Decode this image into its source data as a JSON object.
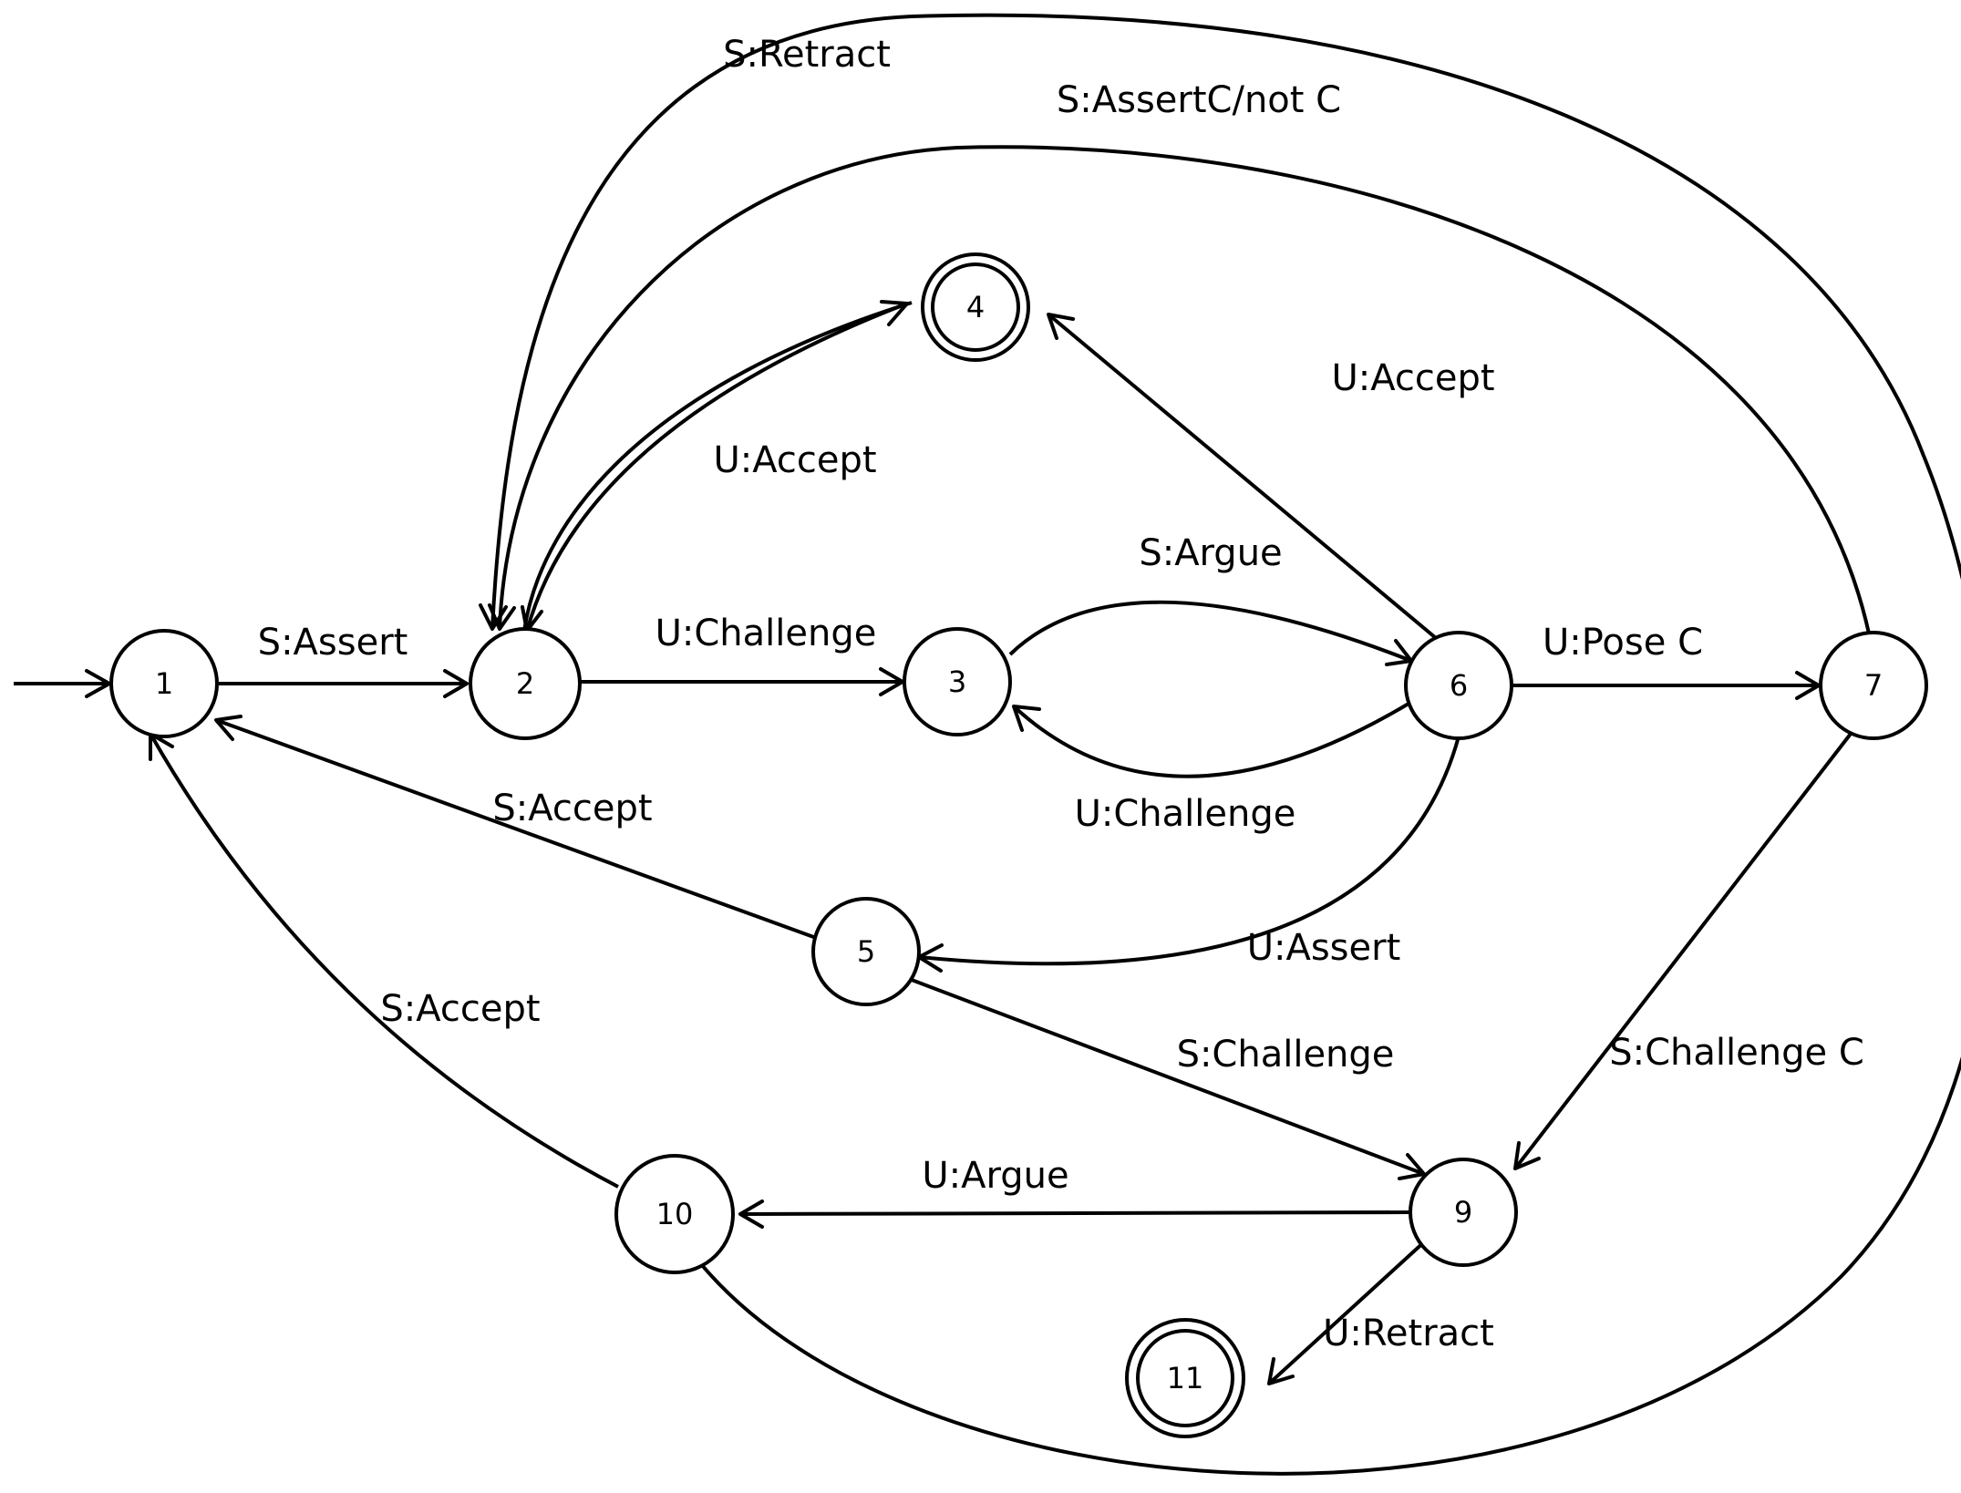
{
  "states": [
    {
      "id": "1",
      "label": "1",
      "final": false
    },
    {
      "id": "2",
      "label": "2",
      "final": false
    },
    {
      "id": "3",
      "label": "3",
      "final": false
    },
    {
      "id": "4",
      "label": "4",
      "final": true
    },
    {
      "id": "5",
      "label": "5",
      "final": false
    },
    {
      "id": "6",
      "label": "6",
      "final": false
    },
    {
      "id": "7",
      "label": "7",
      "final": false
    },
    {
      "id": "9",
      "label": "9",
      "final": false
    },
    {
      "id": "10",
      "label": "10",
      "final": false
    },
    {
      "id": "11",
      "label": "11",
      "final": true
    }
  ],
  "initial_state": "1",
  "transitions": [
    {
      "id": "t1",
      "from": "1",
      "to": "2",
      "label": "S:Assert"
    },
    {
      "id": "t2",
      "from": "2",
      "to": "3",
      "label": "U:Challenge"
    },
    {
      "id": "t3",
      "from": "2",
      "to": "4",
      "label": "U:Accept"
    },
    {
      "id": "t4",
      "from": "3",
      "to": "6",
      "label": "S:Argue"
    },
    {
      "id": "t5",
      "from": "6",
      "to": "3",
      "label": "U:Challenge"
    },
    {
      "id": "t6",
      "from": "6",
      "to": "4",
      "label": "U:Accept"
    },
    {
      "id": "t7",
      "from": "6",
      "to": "7",
      "label": "U:Pose C"
    },
    {
      "id": "t8",
      "from": "6",
      "to": "5",
      "label": "U:Assert"
    },
    {
      "id": "t9",
      "from": "5",
      "to": "1",
      "label": "S:Accept"
    },
    {
      "id": "t10",
      "from": "5",
      "to": "9",
      "label": "S:Challenge"
    },
    {
      "id": "t11",
      "from": "7",
      "to": "9",
      "label": "S:Challenge C"
    },
    {
      "id": "t12",
      "from": "7",
      "to": "2",
      "label": "S:AssertC/not C"
    },
    {
      "id": "t13",
      "from": "10",
      "to": "2",
      "label": "S:Retract"
    },
    {
      "id": "t14",
      "from": "9",
      "to": "10",
      "label": "U:Argue"
    },
    {
      "id": "t15",
      "from": "10",
      "to": "1",
      "label": "S:Accept"
    },
    {
      "id": "t16",
      "from": "9",
      "to": "11",
      "label": "U:Retract"
    }
  ]
}
